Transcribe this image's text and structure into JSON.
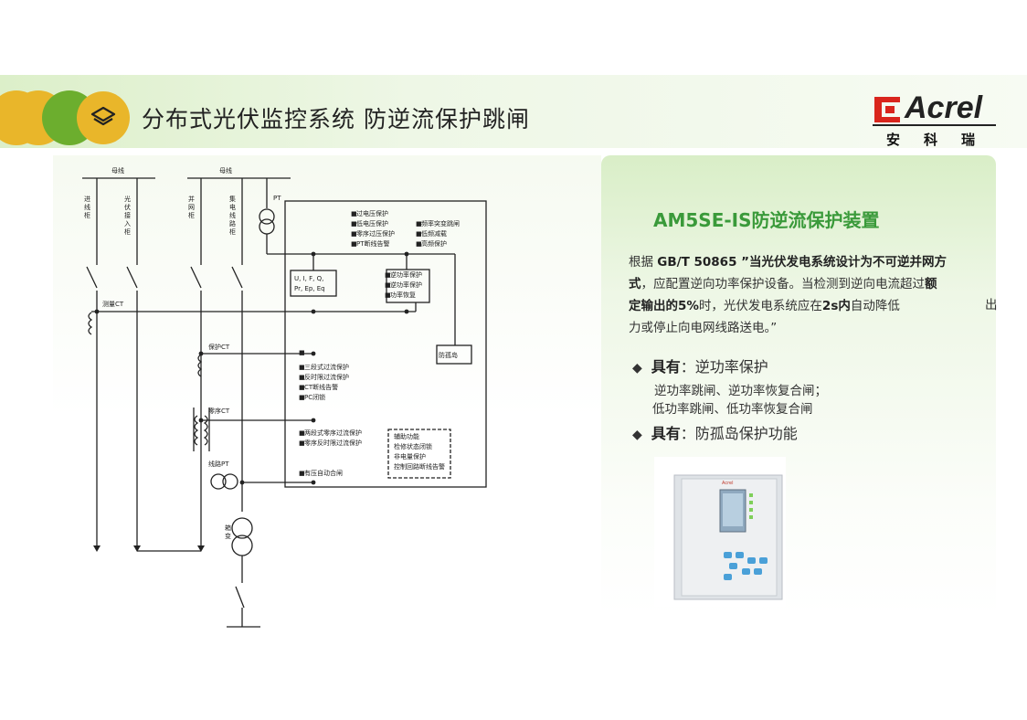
{
  "header": {
    "title": "分布式光伏监控系统  防逆流保护跳闸",
    "logo_text": "Acrel",
    "logo_sub": "安科瑞"
  },
  "diagram": {
    "bus_left": "母线",
    "bus_right": "母线",
    "cabinets": [
      "进线柜",
      "光伏接入柜",
      "并网柜",
      "集电线路柜"
    ],
    "pt_label": "PT",
    "measure_ct": "测量CT",
    "protect_ct": "保护CT",
    "zero_ct": "零序CT",
    "line_pt": "线路PT",
    "transformer": "箱变",
    "protections_top": [
      "过电压保护",
      "低电压保护",
      "零序过压保护",
      "PT断线告警"
    ],
    "protections_top_right": [
      "频率突变跳闸",
      "低频减载",
      "高频保护"
    ],
    "measure_box": [
      "U, I, F, Q,",
      "Pr, Ep, Eq"
    ],
    "reverse_box": [
      "逆功率保护",
      "逆功率保护",
      "功率恢复"
    ],
    "island": "防孤岛",
    "protections_mid": [
      "三段式过流保护",
      "反时限过流保护",
      "CT断线告警",
      "PC闭锁"
    ],
    "protections_zero": [
      "两段式零序过流保护",
      "零序反时限过流保护"
    ],
    "aux_box": [
      "辅助功能",
      "检修状态闭锁",
      "非电量保护",
      "控制回路断线告警"
    ],
    "reclose": "有压自动合闸"
  },
  "product": {
    "title": "AM5SE-IS防逆流保护装置",
    "para_1": "根据 ",
    "para_std": "GB/T 50865 ”当光伏发电系统设计为不可逆并网方式",
    "para_2": "，应配置逆向功率保护设备。当检测到逆向电流超过",
    "para_bold2": "额定输出的5%",
    "para_3": "时，光伏发电系统应在",
    "para_bold3": "2s内",
    "para_4": "自动降低",
    "para_out": "出",
    "para_5": "力或停止向电网线路送电。”",
    "feature_1_label": "具有",
    "feature_1_value": "：逆功率保护",
    "feature_1_sub1": "逆功率跳闸、逆功率恢复合闸；",
    "feature_1_sub2": "低功率跳闸、低功率恢复合闸",
    "feature_2_label": "具有",
    "feature_2_value": "：防孤岛保护功能",
    "device_brand": "Acrel"
  }
}
